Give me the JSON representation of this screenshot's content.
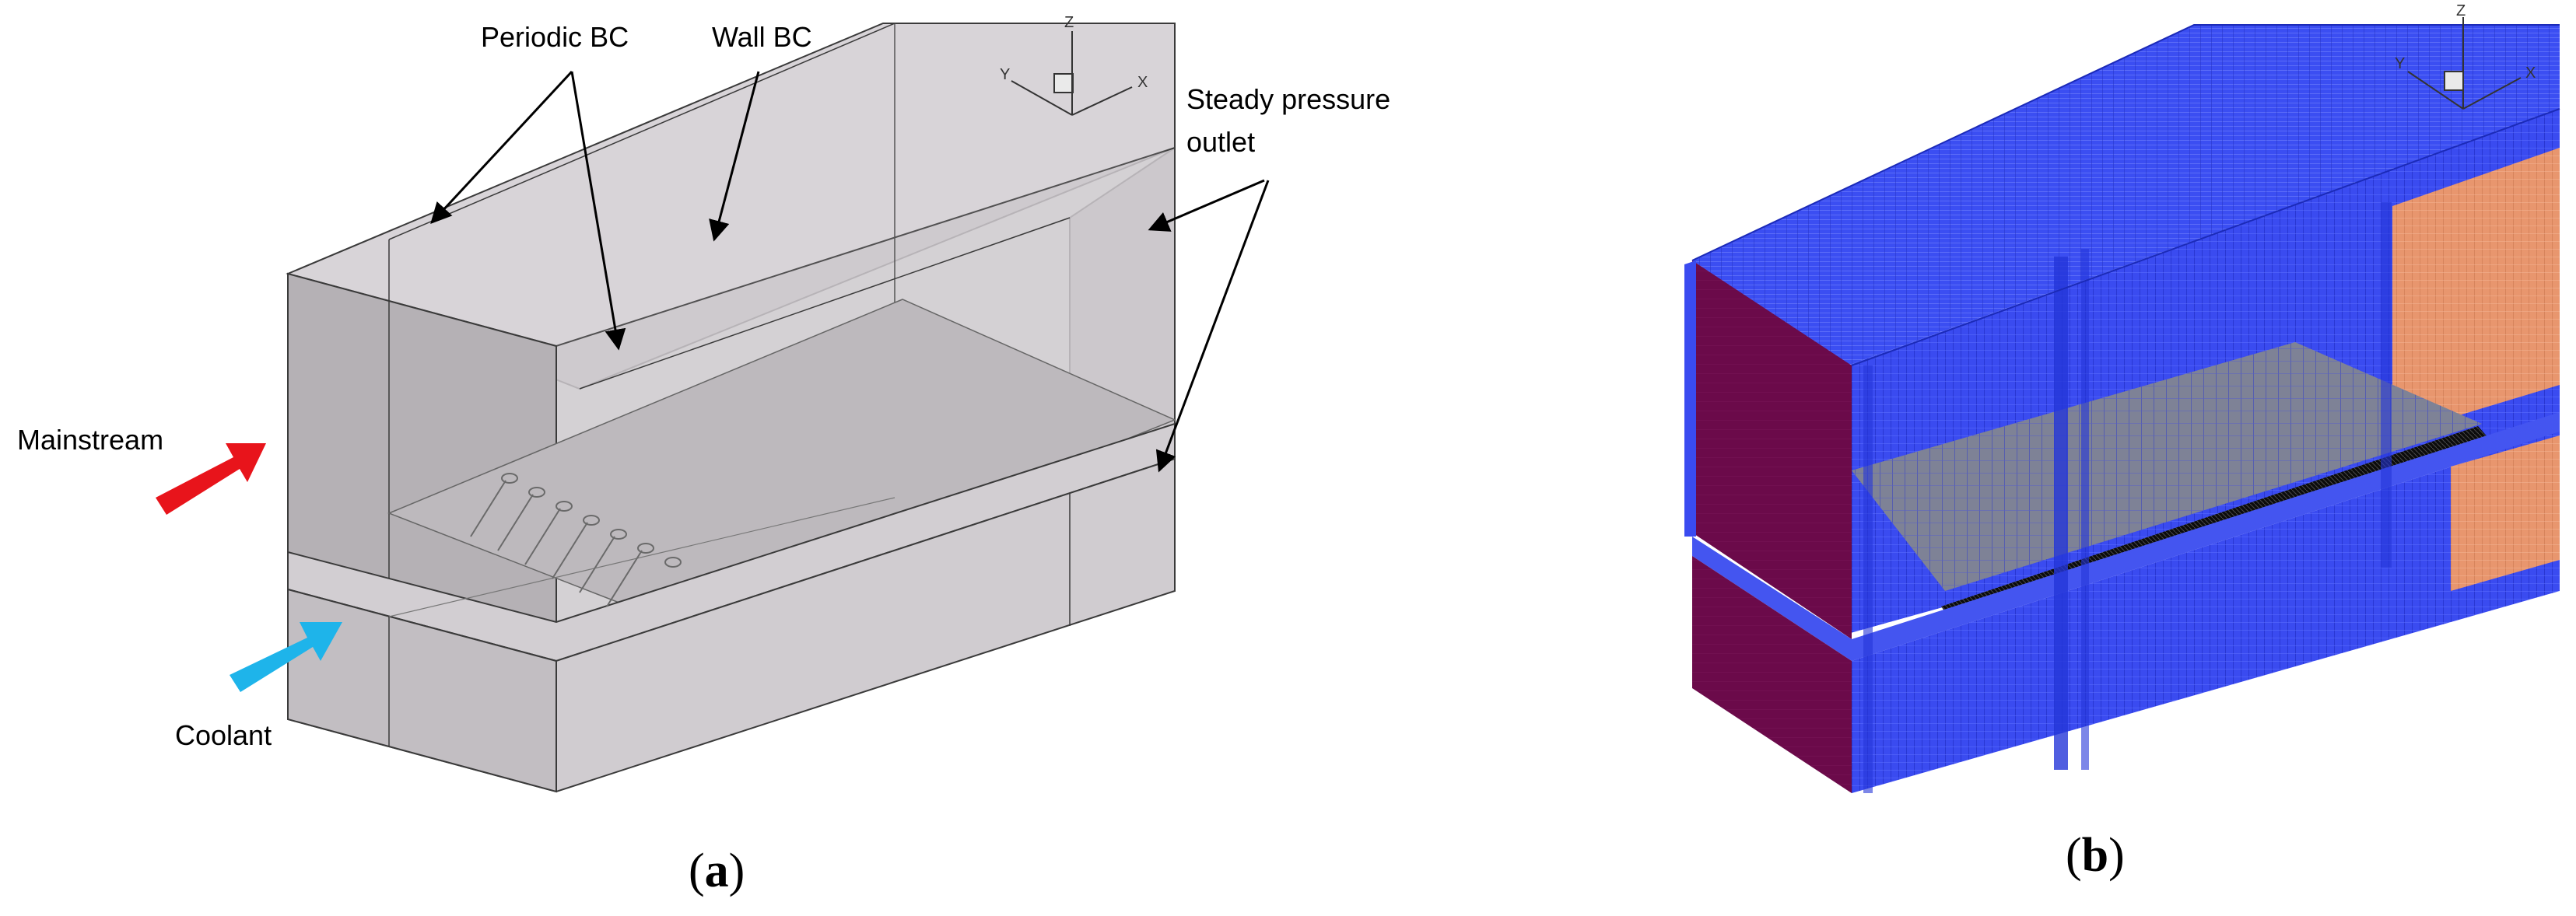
{
  "panel_a": {
    "caption_open": "(",
    "caption_letter": "a",
    "caption_close": ")",
    "labels": {
      "periodic_bc": "Periodic BC",
      "wall_bc": "Wall BC",
      "steady_pressure_1": "Steady pressure",
      "steady_pressure_2": "outlet",
      "mainstream": "Mainstream",
      "coolant": "Coolant"
    },
    "axes": {
      "z": "Z",
      "y": "Y",
      "x": "X"
    },
    "colors": {
      "mainstream_arrow": "#e8141b",
      "coolant_arrow": "#1eb4ea",
      "box_fill": "#cfcbcf",
      "box_edge": "#3a3a3a"
    }
  },
  "panel_b": {
    "caption_open": "(",
    "caption_letter": "b",
    "caption_close": ")",
    "axes": {
      "z": "Z",
      "y": "Y",
      "x": "X"
    },
    "colors": {
      "mesh_blue": "#3a4bf0",
      "inlet_purple": "#6b0a4a",
      "outlet_orange": "#e8966e",
      "plate_black": "#101010",
      "mesh_line": "#1b2ab8"
    }
  }
}
